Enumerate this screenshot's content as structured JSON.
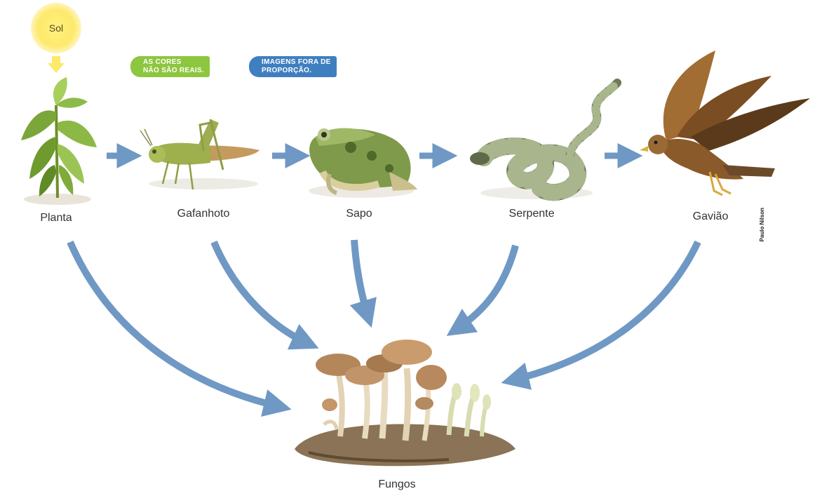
{
  "sun": {
    "label": "Sol"
  },
  "badges": {
    "colors": {
      "line1": "AS CORES",
      "line2": "NÃO SÃO REAIS.",
      "color": "#8dc63f"
    },
    "scale": {
      "line1": "IMAGENS FORA DE",
      "line2": "PROPORÇÃO.",
      "color": "#3f7fc0"
    }
  },
  "organisms": [
    {
      "id": "plant",
      "label": "Planta",
      "icon": "plant-icon"
    },
    {
      "id": "grasshopper",
      "label": "Gafanhoto",
      "icon": "grasshopper-icon"
    },
    {
      "id": "frog",
      "label": "Sapo",
      "icon": "frog-icon"
    },
    {
      "id": "snake",
      "label": "Serpente",
      "icon": "snake-icon"
    },
    {
      "id": "hawk",
      "label": "Gavião",
      "icon": "hawk-icon"
    }
  ],
  "decomposer": {
    "label": "Fungos",
    "icon": "mushroom-icon"
  },
  "credit": "Paulo Nilson",
  "colors": {
    "arrow": "#6f98c4",
    "sun": "#fde96b",
    "sun_glow": "#fff5b8"
  }
}
